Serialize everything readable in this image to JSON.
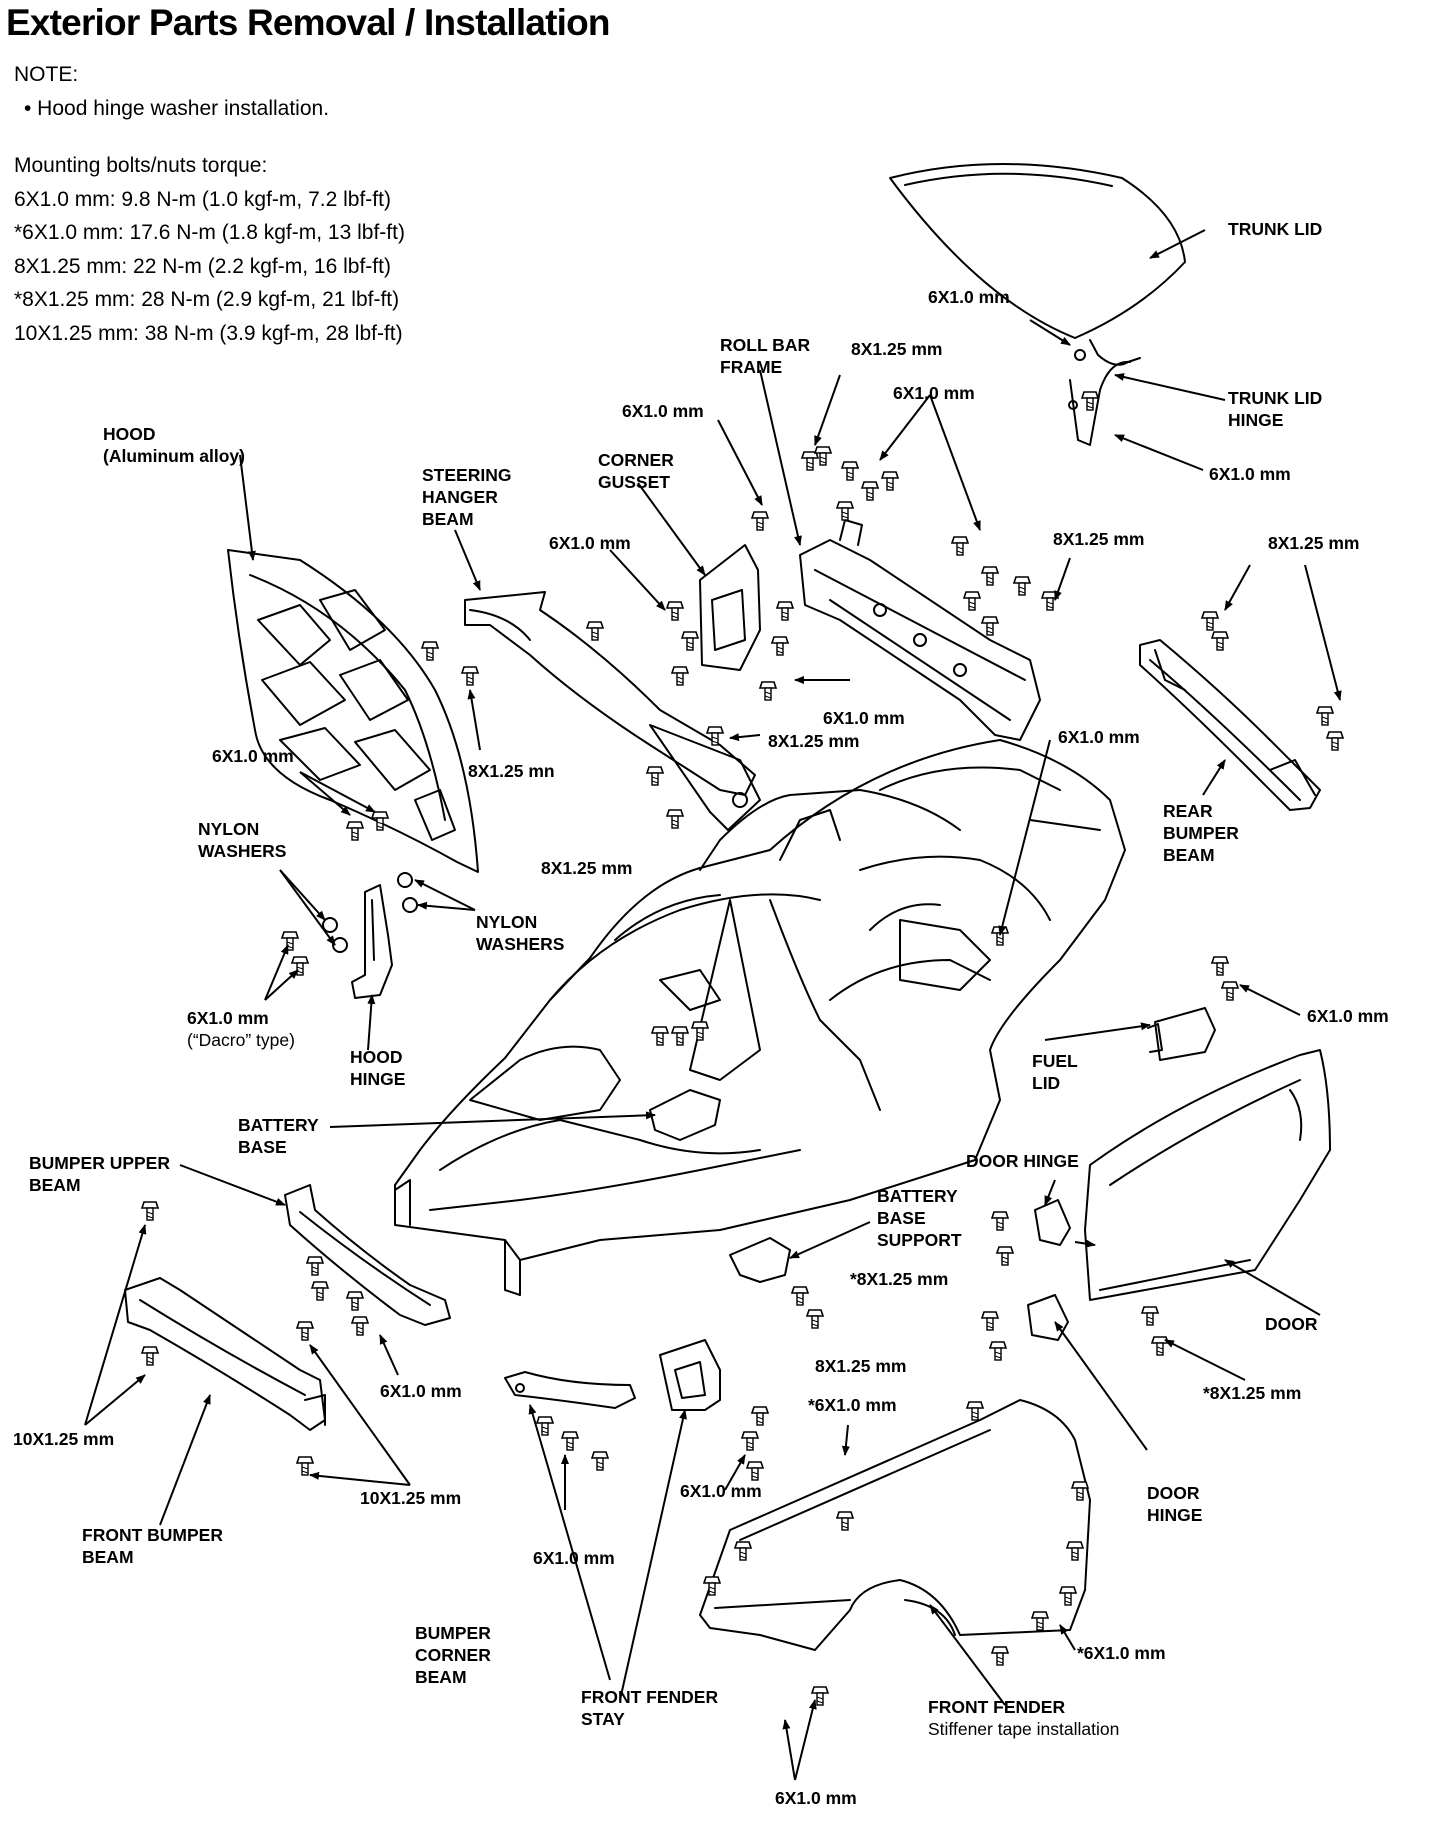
{
  "title": "Exterior Parts Removal / Installation",
  "notes": {
    "heading": "NOTE:",
    "bullet": "• Hood hinge washer installation.",
    "torque_heading": "Mounting  bolts/nuts  torque:",
    "torque_specs": [
      "6X1.0 mm: 9.8 N-m (1.0 kgf-m, 7.2 lbf-ft)",
      "*6X1.0 mm: 17.6 N-m (1.8 kgf-m, 13 lbf-ft)",
      "8X1.25 mm: 22 N-m (2.2 kgf-m, 16 lbf-ft)",
      "*8X1.25 mm: 28 N-m (2.9 kgf-m, 21 lbf-ft)",
      "10X1.25 mm: 38 N-m (3.9 kgf-m, 28 lbf-ft)"
    ]
  },
  "labels": {
    "trunk_lid": "TRUNK LID",
    "trunk_lid_hinge_1": "TRUNK LID",
    "trunk_lid_hinge_2": "HINGE",
    "roll_bar_frame_1": "ROLL BAR",
    "roll_bar_frame_2": "FRAME",
    "hood": "HOOD",
    "hood_sub": "(Aluminum alloy)",
    "steering_1": "STEERING",
    "steering_2": "HANGER",
    "steering_3": "BEAM",
    "corner_gusset_1": "CORNER",
    "corner_gusset_2": "GUSSET",
    "rear_bumper_1": "REAR",
    "rear_bumper_2": "BUMPER",
    "rear_bumper_3": "BEAM",
    "nylon_washers_a_1": "NYLON",
    "nylon_washers_a_2": "WASHERS",
    "nylon_washers_b_1": "NYLON",
    "nylon_washers_b_2": "WASHERS",
    "dacro_type": "(“Dacro” type)",
    "hood_hinge_1": "HOOD",
    "hood_hinge_2": "HINGE",
    "fuel_lid_1": "FUEL",
    "fuel_lid_2": "LID",
    "battery_base_1": "BATTERY",
    "battery_base_2": "BASE",
    "bumper_upper_1": "BUMPER UPPER",
    "bumper_upper_2": "BEAM",
    "door_hinge_top": "DOOR HINGE",
    "battery_base_support_1": "BATTERY",
    "battery_base_support_2": "BASE",
    "battery_base_support_3": "SUPPORT",
    "door": "DOOR",
    "door_hinge_bottom_1": "DOOR",
    "door_hinge_bottom_2": "HINGE",
    "front_bumper_1": "FRONT BUMPER",
    "front_bumper_2": "BEAM",
    "bumper_corner_1": "BUMPER",
    "bumper_corner_2": "CORNER",
    "bumper_corner_3": "BEAM",
    "front_fender_stay_1": "FRONT FENDER",
    "front_fender_stay_2": "STAY",
    "front_fender": "FRONT FENDER",
    "front_fender_sub": "Stiffener tape installation"
  },
  "fasteners": {
    "trunk_6x10": "6X1.0 mm",
    "trunk_hinge_6x10": "6X1.0 mm",
    "roll_8x125": "8X1.25 mm",
    "roll_6x10": "6X1.0 mm",
    "gusset_6x10": "6X1.0 mm",
    "center_6x10": "6X1.0 mm",
    "rollbar_right_8x125": "8X1.25 mm",
    "rear_bumper_8x125": "8X1.25 mm",
    "hanger_left_8x125": "8X1.25 mn",
    "hanger_right_8x125": "8X1.25 mm",
    "under_rollbar_6x10": "6X1.0 mm",
    "right_body_6x10": "6X1.0 mm",
    "hood_6x10": "6X1.0 mm",
    "hanger_bottom_8x125": "8X1.25 mm",
    "dacro_6x10": "6X1.0 mm",
    "fuel_6x10": "6X1.0 mm",
    "door_star_8x125": "*8X1.25 mm",
    "support_8x125": "8X1.25 mm",
    "door_right_star_8x125": "*8X1.25 mm",
    "upper_beam_6x10": "6X1.0 mm",
    "front_10x125_left": "10X1.25 mm",
    "front_10x125_bottom": "10X1.25 mm",
    "fender_top_star_6x10": "*6X1.0 mm",
    "stay_6x10": "6X1.0 mm",
    "corner_6x10": "6X1.0 mm",
    "fender_right_star_6x10": "*6X1.0 mm",
    "fender_bottom_6x10": "6X1.0 mm"
  }
}
